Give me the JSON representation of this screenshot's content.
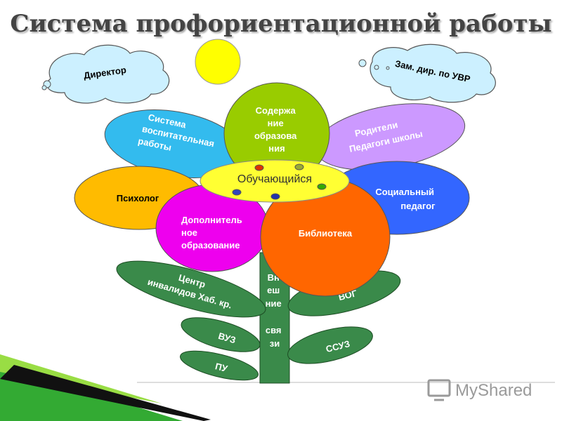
{
  "title": "Система профориентационной работы",
  "clouds": {
    "left": "Директор",
    "right": "Зам. дир. по УВР"
  },
  "petals": {
    "top": [
      "Содержа",
      "ние",
      "образова",
      "ния"
    ],
    "upper_left": [
      "Система",
      "воспитательная",
      "работы"
    ],
    "upper_right": [
      "Родители",
      "Педагоги школы"
    ],
    "left": "Психолог",
    "right": [
      "Социальный",
      "педагог"
    ],
    "lower_left": [
      "Дополнитель",
      "ное",
      "образование"
    ],
    "lower_right": "Библиотека"
  },
  "center": "Обучающийся",
  "stem": [
    "Вн",
    "еш",
    "ние",
    "",
    "свя",
    "зи"
  ],
  "leaves": {
    "left_1": [
      "Центр",
      "инвалидов Хаб. кр."
    ],
    "left_2": "ВУЗ",
    "left_3": "ПУ",
    "right_1": "ВОГ",
    "right_2": "ССУЗ"
  },
  "watermark": "MyShared",
  "colors": {
    "sun": "#ffff00",
    "leaf": "#3a8a4a",
    "petal_top": "#99cc00",
    "petal_upper_left": "#33bbee",
    "petal_upper_right": "#cc99ff",
    "petal_left": "#ffbb00",
    "petal_right": "#3366ff",
    "petal_lower_left": "#ee00ee",
    "petal_lower_right": "#ff6600",
    "center": "#ffff33",
    "cloud": "#ccf0ff"
  }
}
